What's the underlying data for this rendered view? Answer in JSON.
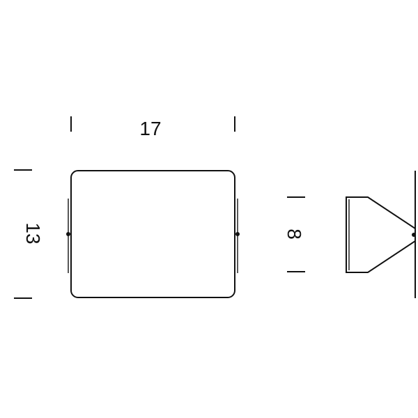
{
  "front_view": {
    "width_label": "17",
    "height_label": "13"
  },
  "side_view": {
    "depth_label": "8"
  },
  "colors": {
    "stroke": "#111111",
    "background": "#ffffff"
  }
}
